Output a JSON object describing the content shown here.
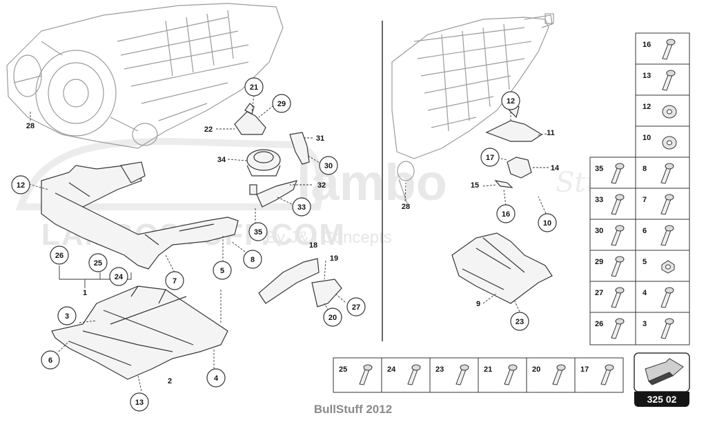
{
  "watermark": {
    "brand": "lambo",
    "script": "Stuff",
    "line2": "LAMBOSTUFF.COM",
    "line3": "By J&J Concepts"
  },
  "callouts": [
    "21",
    "29",
    "22",
    "31",
    "34",
    "30",
    "32",
    "33",
    "35",
    "12",
    "26",
    "25",
    "24",
    "7",
    "5",
    "8",
    "18",
    "19",
    "27",
    "20",
    "3",
    "6",
    "2",
    "4",
    "13",
    "12",
    "17",
    "16",
    "10"
  ],
  "plain_labels": [
    "28",
    "1",
    "11",
    "14",
    "15",
    "28",
    "9",
    "23"
  ],
  "hardware_table_right": [
    {
      "left": "16",
      "right": ""
    },
    {
      "left": "13",
      "right": ""
    },
    {
      "left": "12",
      "right": ""
    },
    {
      "left": "10",
      "right": ""
    },
    {
      "left": "35",
      "right": "8"
    },
    {
      "left": "33",
      "right": "7"
    },
    {
      "left": "30",
      "right": "6"
    },
    {
      "left": "29",
      "right": "5"
    },
    {
      "left": "27",
      "right": "4"
    },
    {
      "left": "26",
      "right": "3"
    }
  ],
  "hardware_table_bottom": [
    "25",
    "24",
    "23",
    "21",
    "20",
    "17"
  ],
  "reference_code": "325 02",
  "footer": "BullStuff 2012",
  "colors": {
    "line": "#333333",
    "sketch": "#9a9a9a",
    "watermark": "#e6e6e6",
    "badge": "#151515"
  }
}
